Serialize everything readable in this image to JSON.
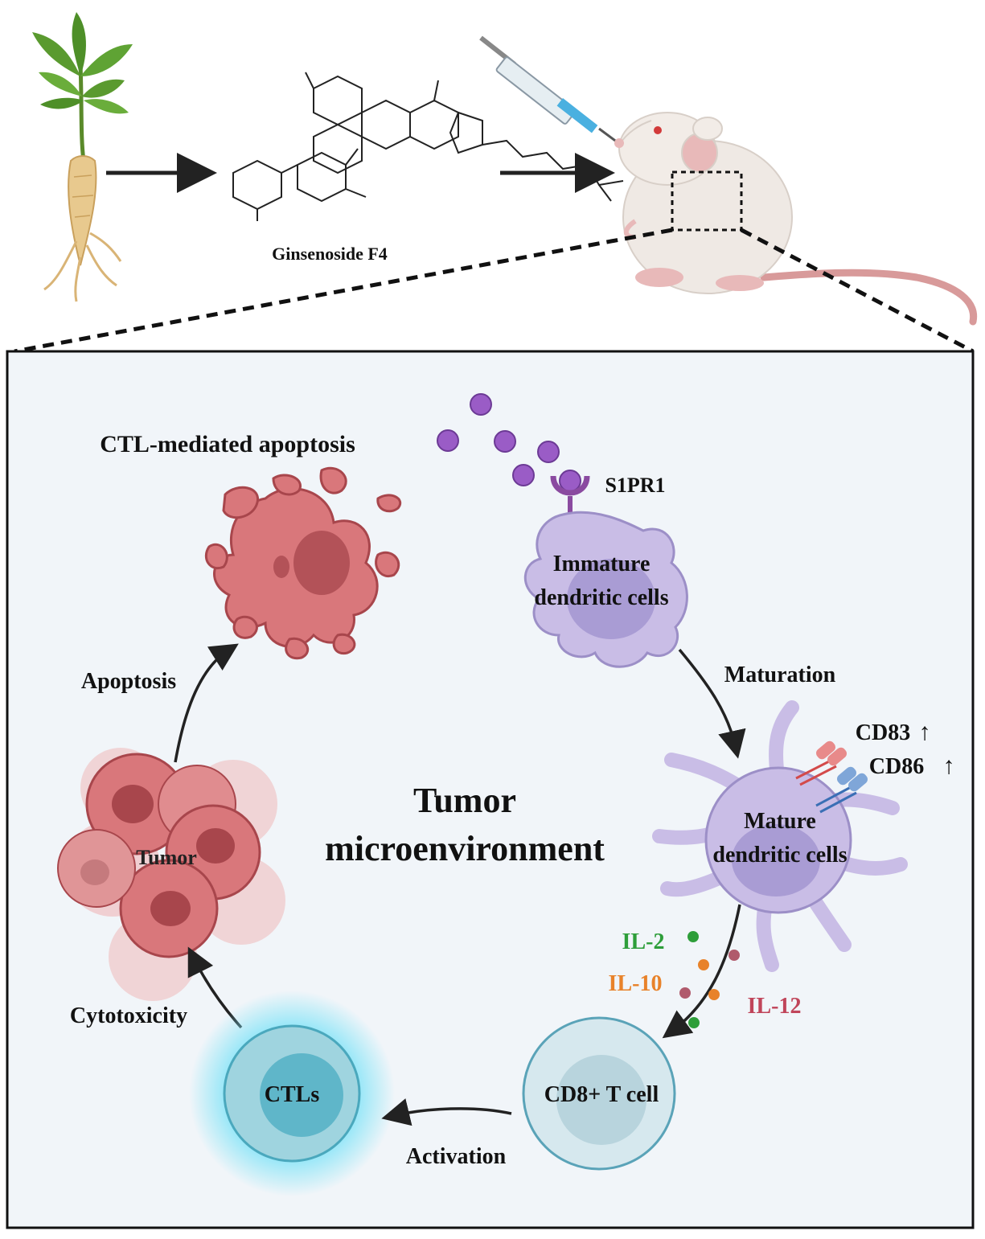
{
  "compound": {
    "label": "Ginsenoside F4"
  },
  "panel": {
    "title_line1": "Tumor",
    "title_line2": "microenvironment",
    "background_color": "#f1f5f9"
  },
  "cells": {
    "apoptotic_title": "CTL-mediated apoptosis",
    "tumor": "Tumor",
    "immature_dc_line1": "Immature",
    "immature_dc_line2": "dendritic cells",
    "mature_dc_line1": "Mature",
    "mature_dc_line2": "dendritic cells",
    "cd8_t_cell": "CD8+ T cell",
    "ctls": "CTLs"
  },
  "receptor": {
    "label": "S1PR1"
  },
  "markers": {
    "cd83": {
      "label": "CD83",
      "arrow": "↑"
    },
    "cd86": {
      "label": "CD86",
      "arrow": "↑"
    }
  },
  "cytokines": {
    "il2": {
      "label": "IL-2",
      "color": "#2e9e3a"
    },
    "il10": {
      "label": "IL-10",
      "color": "#e8822a"
    },
    "il12": {
      "label": "IL-12",
      "color": "#c0455a"
    }
  },
  "steps": {
    "maturation": "Maturation",
    "activation": "Activation",
    "cytotoxicity": "Cytotoxicity",
    "apoptosis": "Apoptosis"
  },
  "icons": {
    "plant": "ginseng-plant-icon",
    "molecule": "ginsenoside-structure-icon",
    "mouse": "mouse-icon",
    "syringe": "syringe-icon"
  }
}
